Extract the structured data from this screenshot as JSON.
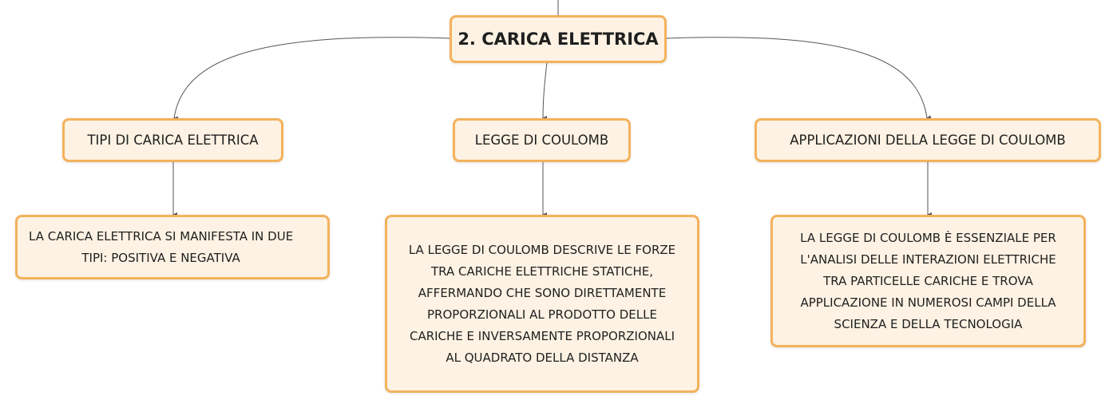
{
  "diagram": {
    "root": {
      "label": "2. CARICA ELETTRICA"
    },
    "branches": [
      {
        "label": "TIPI DI CARICA ELETTRICA",
        "detail": [
          "LA CARICA ELETTRICA SI MANIFESTA IN DUE",
          "TIPI: POSITIVA E NEGATIVA"
        ]
      },
      {
        "label": "LEGGE DI COULOMB",
        "detail": [
          "LA LEGGE DI COULOMB DESCRIVE LE FORZE",
          "TRA CARICHE ELETTRICHE STATICHE,",
          "AFFERMANDO CHE SONO DIRETTAMENTE",
          "PROPORZIONALI AL PRODOTTO DELLE",
          "CARICHE E INVERSAMENTE PROPORZIONALI",
          "AL QUADRATO DELLA DISTANZA"
        ]
      },
      {
        "label": "APPLICAZIONI DELLA LEGGE DI COULOMB",
        "detail": [
          "LA LEGGE DI COULOMB È ESSENZIALE PER",
          "L'ANALISI DELLE INTERAZIONI ELETTRICHE",
          "TRA PARTICELLE CARICHE E TROVA",
          "APPLICAZIONE IN NUMEROSI CAMPI DELLA",
          "SCIENZA E DELLA TECNOLOGIA"
        ]
      }
    ],
    "colors": {
      "node_fill": "#fdf2e3",
      "node_border": "#f4b25c",
      "connector": "#555555"
    }
  }
}
